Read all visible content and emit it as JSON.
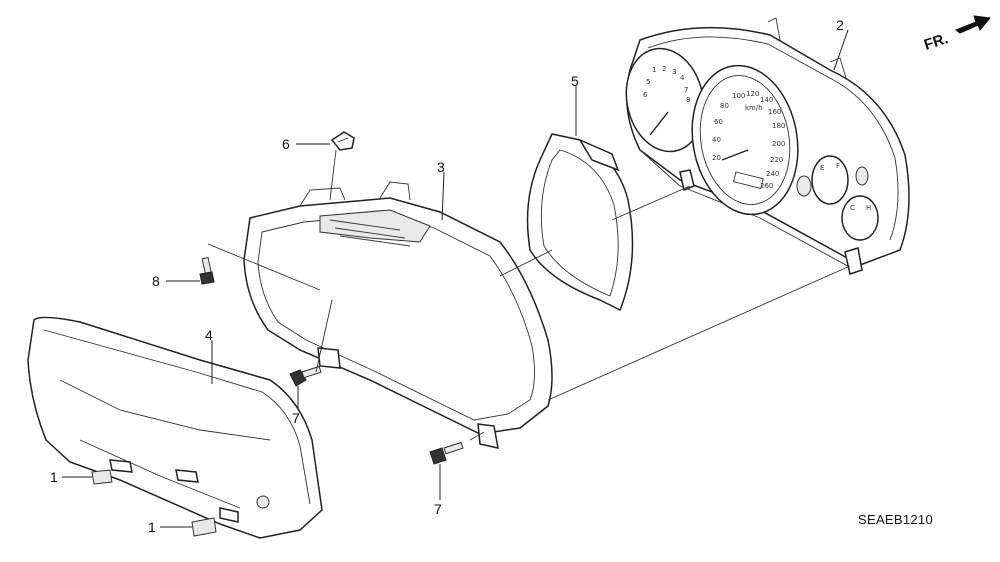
{
  "direction_label": "FR.",
  "diagram_code": "SEAEB1210",
  "callouts": {
    "c1a": "1",
    "c1b": "1",
    "c2": "2",
    "c3": "3",
    "c4": "4",
    "c5": "5",
    "c6": "6",
    "c7a": "7",
    "c7b": "7",
    "c8": "8"
  },
  "gauge": {
    "speed_ticks": [
      "20",
      "40",
      "60",
      "80",
      "100",
      "120",
      "140",
      "160",
      "180",
      "200",
      "220",
      "240",
      "260"
    ],
    "unit": "km/h",
    "tach_ticks": [
      "1",
      "2",
      "3",
      "4",
      "5",
      "6",
      "7",
      "8"
    ],
    "fuel_letters": [
      "E",
      "F"
    ],
    "temp_letters": [
      "C",
      "H"
    ]
  }
}
